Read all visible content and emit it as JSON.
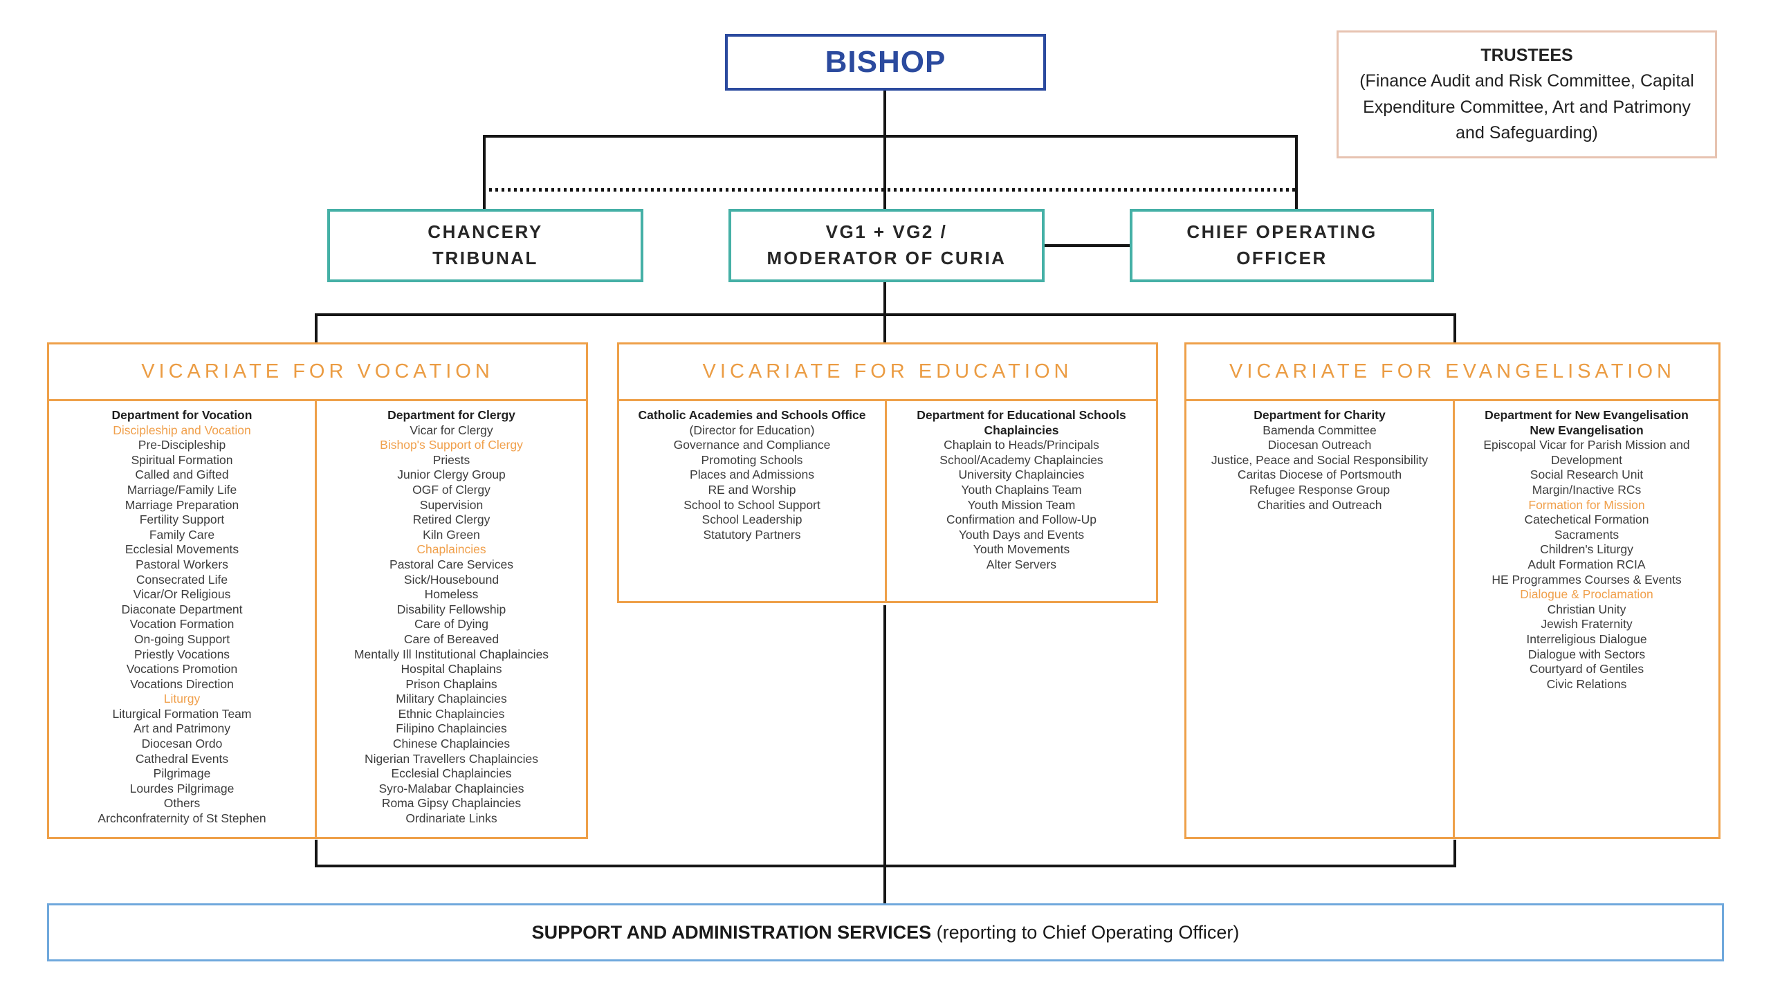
{
  "bishop": {
    "label": "BISHOP"
  },
  "trustees": {
    "title": "TRUSTEES",
    "subtitle": "(Finance Audit and Risk Committee, Capital Expenditure Committee, Art and Patrimony and Safeguarding)"
  },
  "row2": [
    {
      "id": "chancery-tribunal",
      "lines": [
        "CHANCERY",
        "TRIBUNAL"
      ]
    },
    {
      "id": "vicars-general-moderator",
      "lines": [
        "VG1 + VG2 /",
        "MODERATOR OF CURIA"
      ]
    },
    {
      "id": "chief-operating-officer",
      "lines": [
        "CHIEF OPERATING",
        "OFFICER"
      ]
    }
  ],
  "vicariates": [
    {
      "title": "VICARIATE FOR VOCATION",
      "columns": [
        {
          "headers": [
            "Department for Vocation"
          ],
          "items": [
            {
              "t": "Discipleship and Vocation",
              "hl": true
            },
            {
              "t": "Pre-Discipleship"
            },
            {
              "t": "Spiritual Formation"
            },
            {
              "t": "Called and Gifted"
            },
            {
              "t": "Marriage/Family Life"
            },
            {
              "t": "Marriage Preparation"
            },
            {
              "t": "Fertility Support"
            },
            {
              "t": "Family Care"
            },
            {
              "t": "Ecclesial Movements"
            },
            {
              "t": "Pastoral Workers"
            },
            {
              "t": "Consecrated Life"
            },
            {
              "t": "Vicar/Or Religious"
            },
            {
              "t": "Diaconate Department"
            },
            {
              "t": "Vocation Formation"
            },
            {
              "t": "On-going Support"
            },
            {
              "t": "Priestly Vocations"
            },
            {
              "t": "Vocations Promotion"
            },
            {
              "t": "Vocations Direction"
            },
            {
              "t": "Liturgy",
              "hl": true
            },
            {
              "t": "Liturgical Formation Team"
            },
            {
              "t": "Art and Patrimony"
            },
            {
              "t": "Diocesan Ordo"
            },
            {
              "t": "Cathedral Events"
            },
            {
              "t": "Pilgrimage"
            },
            {
              "t": "Lourdes Pilgrimage"
            },
            {
              "t": "Others"
            },
            {
              "t": "Archconfraternity of St Stephen"
            }
          ]
        },
        {
          "headers": [
            "Department for Clergy"
          ],
          "items": [
            {
              "t": "Vicar for Clergy"
            },
            {
              "t": "Bishop's Support of Clergy",
              "hl": true
            },
            {
              "t": "Priests"
            },
            {
              "t": "Junior Clergy Group"
            },
            {
              "t": "OGF of Clergy"
            },
            {
              "t": "Supervision"
            },
            {
              "t": "Retired Clergy"
            },
            {
              "t": "Kiln Green"
            },
            {
              "t": "Chaplaincies",
              "hl": true
            },
            {
              "t": "Pastoral Care Services"
            },
            {
              "t": "Sick/Housebound"
            },
            {
              "t": "Homeless"
            },
            {
              "t": "Disability Fellowship"
            },
            {
              "t": "Care of Dying"
            },
            {
              "t": "Care of Bereaved"
            },
            {
              "t": "Mentally Ill Institutional Chaplaincies"
            },
            {
              "t": "Hospital Chaplains"
            },
            {
              "t": "Prison Chaplains"
            },
            {
              "t": "Military Chaplaincies"
            },
            {
              "t": "Ethnic Chaplaincies"
            },
            {
              "t": "Filipino Chaplaincies"
            },
            {
              "t": "Chinese Chaplaincies"
            },
            {
              "t": "Nigerian Travellers Chaplaincies"
            },
            {
              "t": "Ecclesial Chaplaincies"
            },
            {
              "t": "Syro-Malabar Chaplaincies"
            },
            {
              "t": "Roma Gipsy Chaplaincies"
            },
            {
              "t": "Ordinariate Links"
            }
          ]
        }
      ]
    },
    {
      "title": "VICARIATE FOR EDUCATION",
      "columns": [
        {
          "headers": [
            "Catholic Academies and Schools Office"
          ],
          "items": [
            {
              "t": "(Director for Education)"
            },
            {
              "t": "Governance and Compliance"
            },
            {
              "t": "Promoting Schools"
            },
            {
              "t": "Places and Admissions"
            },
            {
              "t": "RE and Worship"
            },
            {
              "t": "School to School Support"
            },
            {
              "t": "School Leadership"
            },
            {
              "t": "Statutory Partners"
            }
          ]
        },
        {
          "headers": [
            "Department for Educational Schools Chaplaincies"
          ],
          "items": [
            {
              "t": "Chaplain to Heads/Principals"
            },
            {
              "t": "School/Academy Chaplaincies"
            },
            {
              "t": "University Chaplaincies"
            },
            {
              "t": "Youth Chaplains Team"
            },
            {
              "t": "Youth Mission Team"
            },
            {
              "t": "Confirmation and Follow-Up"
            },
            {
              "t": "Youth Days and Events"
            },
            {
              "t": "Youth Movements"
            },
            {
              "t": "Alter Servers"
            }
          ]
        }
      ]
    },
    {
      "title": "VICARIATE FOR EVANGELISATION",
      "columns": [
        {
          "headers": [
            "Department for Charity"
          ],
          "items": [
            {
              "t": "Bamenda Committee"
            },
            {
              "t": "Diocesan Outreach"
            },
            {
              "t": "Justice, Peace and Social Responsibility"
            },
            {
              "t": "Caritas Diocese of Portsmouth"
            },
            {
              "t": "Refugee Response Group"
            },
            {
              "t": "Charities and Outreach"
            }
          ]
        },
        {
          "headers": [
            "Department for New Evangelisation",
            "New Evangelisation"
          ],
          "items": [
            {
              "t": "Episcopal Vicar for Parish Mission and Development"
            },
            {
              "t": "Social Research Unit"
            },
            {
              "t": "Margin/Inactive RCs"
            },
            {
              "t": "Formation for Mission",
              "hl": true
            },
            {
              "t": "Catechetical Formation"
            },
            {
              "t": "Sacraments"
            },
            {
              "t": "Children's Liturgy"
            },
            {
              "t": "Adult Formation RCIA"
            },
            {
              "t": "HE Programmes Courses & Events"
            },
            {
              "t": "Dialogue & Proclamation",
              "hl": true
            },
            {
              "t": "Christian Unity"
            },
            {
              "t": "Jewish Fraternity"
            },
            {
              "t": "Interreligious Dialogue"
            },
            {
              "t": "Dialogue with Sectors"
            },
            {
              "t": "Courtyard of Gentiles"
            },
            {
              "t": "Civic Relations"
            }
          ]
        }
      ]
    }
  ],
  "support_bar": {
    "bold": "SUPPORT AND ADMINISTRATION SERVICES",
    "rest": " (reporting to Chief Operating Officer)"
  },
  "colors": {
    "bishop_blue": "#2b4a9e",
    "teal": "#45b0a6",
    "orange": "#eea049",
    "orange_text": "#f0a04c",
    "trustees_salmon": "#e7c3b1",
    "support_blue": "#6fa8dc",
    "line_black": "#151515"
  }
}
